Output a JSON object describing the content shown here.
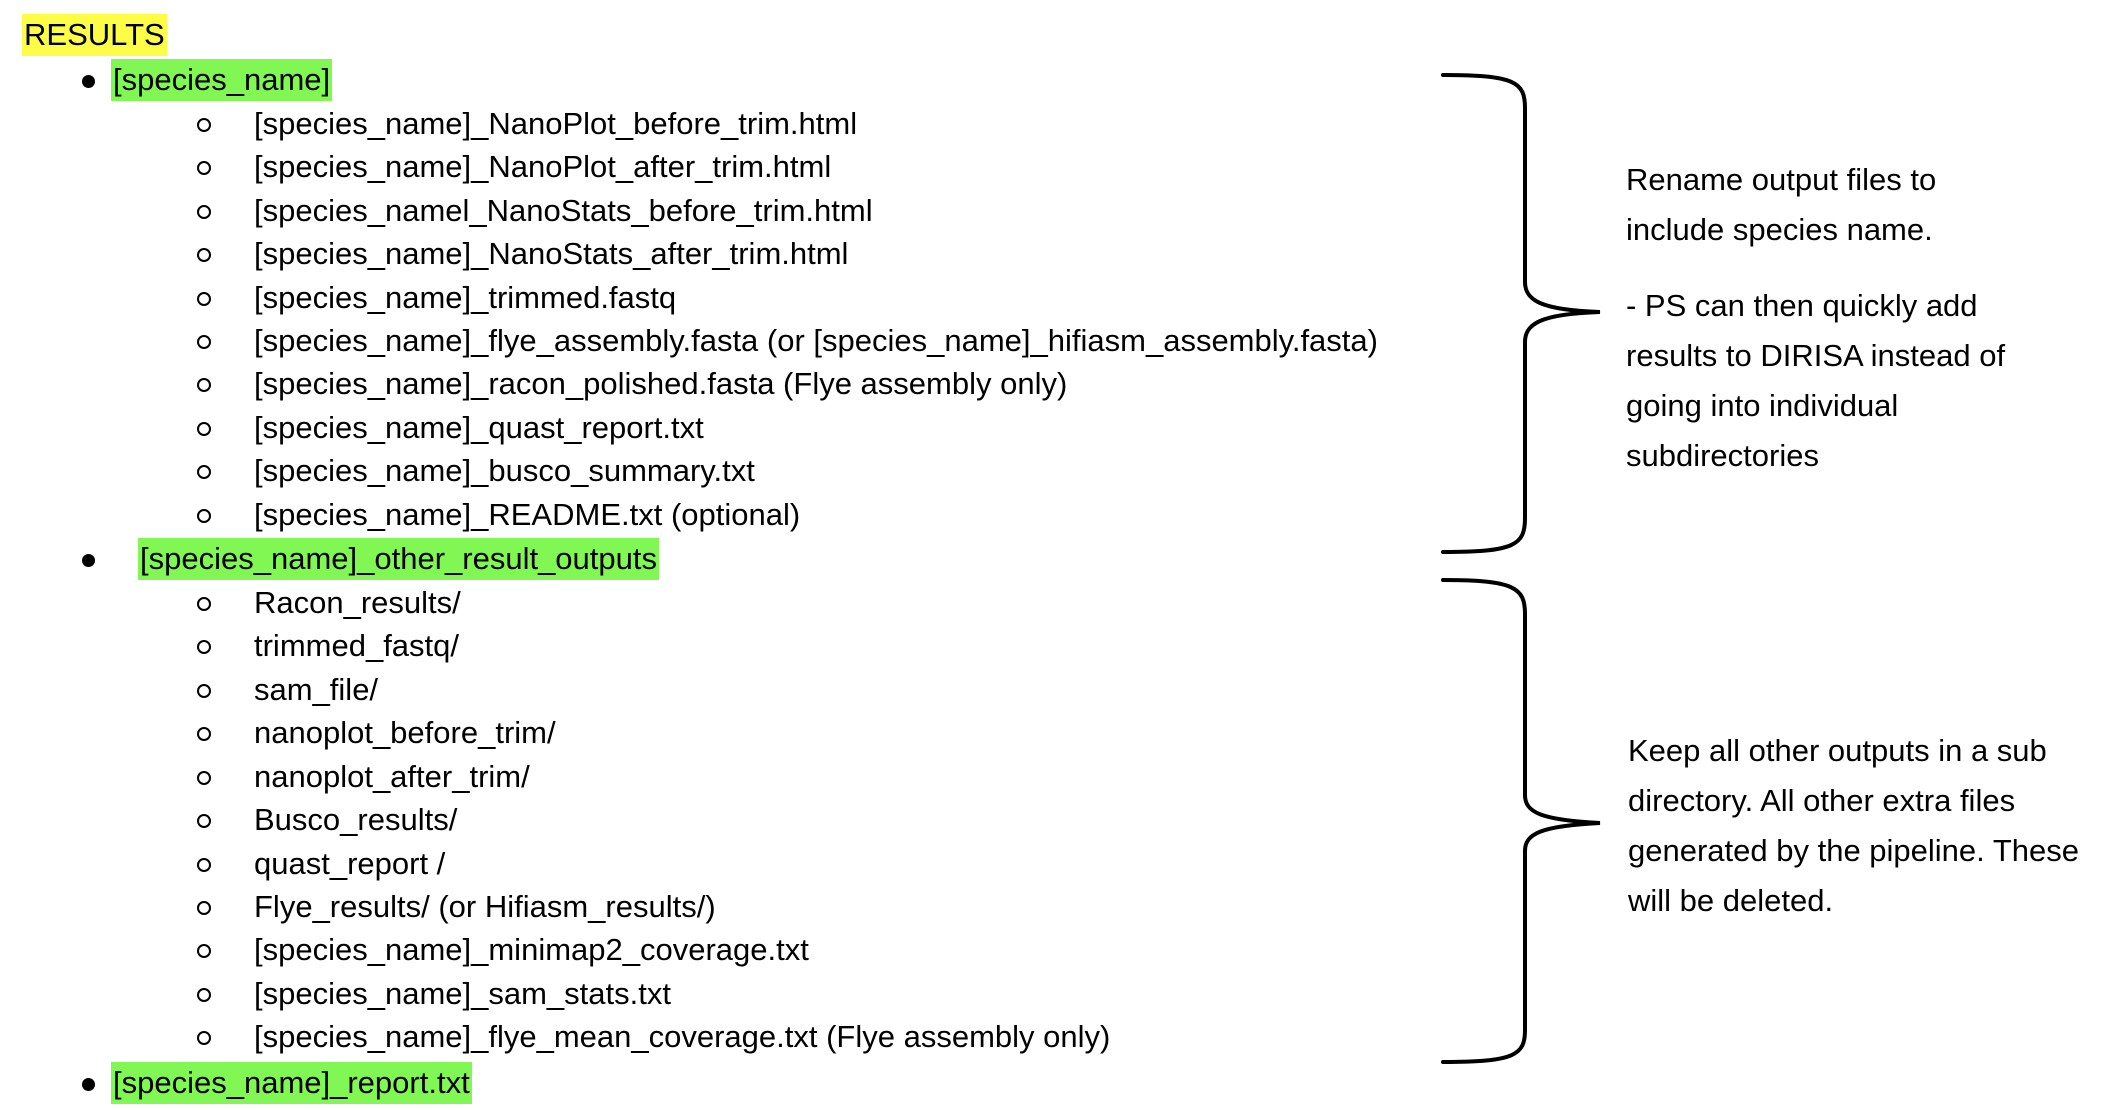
{
  "heading": "RESULTS",
  "sections": [
    {
      "title": "[species_name]",
      "items": [
        "[species_name]_NanoPlot_before_trim.html",
        "[species_name]_NanoPlot_after_trim.html",
        "[species_namel_NanoStats_before_trim.html",
        "[species_name]_NanoStats_after_trim.html",
        "[species_name]_trimmed.fastq",
        "[species_name]_flye_assembly.fasta (or [species_name]_hifiasm_assembly.fasta)",
        "[species_name]_racon_polished.fasta (Flye assembly only)",
        "[species_name]_quast_report.txt",
        "[species_name]_busco_summary.txt",
        "[species_name]_README.txt (optional)"
      ]
    },
    {
      "title": "[species_name]_other_result_outputs",
      "items": [
        "Racon_results/",
        "trimmed_fastq/",
        "sam_file/",
        "nanoplot_before_trim/",
        "nanoplot_after_trim/",
        "Busco_results/",
        "quast_report /",
        "Flye_results/ (or Hifiasm_results/)",
        "[species_name]_minimap2_coverage.txt",
        "[species_name]_sam_stats.txt",
        "[species_name]_flye_mean_coverage.txt (Flye assembly only)"
      ]
    },
    {
      "title": "[species_name]_report.txt",
      "items": []
    }
  ],
  "notes": {
    "first": [
      "Rename output files to",
      "include species name.",
      "- PS can then quickly add",
      "results to DIRISA instead of",
      "going into individual",
      "subdirectories"
    ],
    "second": [
      "Keep all other outputs in a sub",
      "directory. All other extra files",
      "generated by the pipeline. These",
      "will be deleted."
    ]
  },
  "colors": {
    "heading_highlight": "#fdfc47",
    "section_highlight": "#80f752",
    "text": "#000000"
  }
}
